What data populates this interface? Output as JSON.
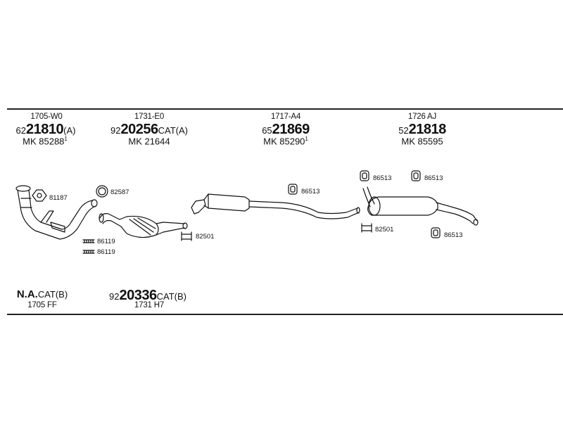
{
  "sections": [
    {
      "code": "1705-W0",
      "pn_prefix": "62",
      "pn_main": "21810",
      "pn_suffix": "(A)",
      "mk": "MK  85288",
      "mk_sup": "1"
    },
    {
      "code": "1731-E0",
      "pn_prefix": "92",
      "pn_main": "20256",
      "pn_suffix": "CAT(A)",
      "mk": "MK  21644",
      "mk_sup": ""
    },
    {
      "code": "1717-A4",
      "pn_prefix": "65",
      "pn_main": "21869",
      "pn_suffix": "",
      "mk": "MK  85290",
      "mk_sup": "1"
    },
    {
      "code": "1726 AJ",
      "pn_prefix": "52",
      "pn_main": "21818",
      "pn_suffix": "",
      "mk": "MK  85595",
      "mk_sup": ""
    }
  ],
  "bottom": [
    {
      "pn_prefix": "",
      "pn_main": "N.A.",
      "pn_suffix": "CAT(B)",
      "code": "1705 FF"
    },
    {
      "pn_prefix": "92",
      "pn_main": "20336",
      "pn_suffix": "CAT(B)",
      "code": "1731 H7"
    }
  ],
  "callouts": {
    "gasket_front": "81187",
    "ring": "82587",
    "bolt_1": "86119",
    "bolt_2": "86119",
    "clamp_1": "82501",
    "mount_1": "86513",
    "mount_2": "86513",
    "mount_3": "86513",
    "clamp_2": "82501",
    "mount_4": "86513"
  }
}
